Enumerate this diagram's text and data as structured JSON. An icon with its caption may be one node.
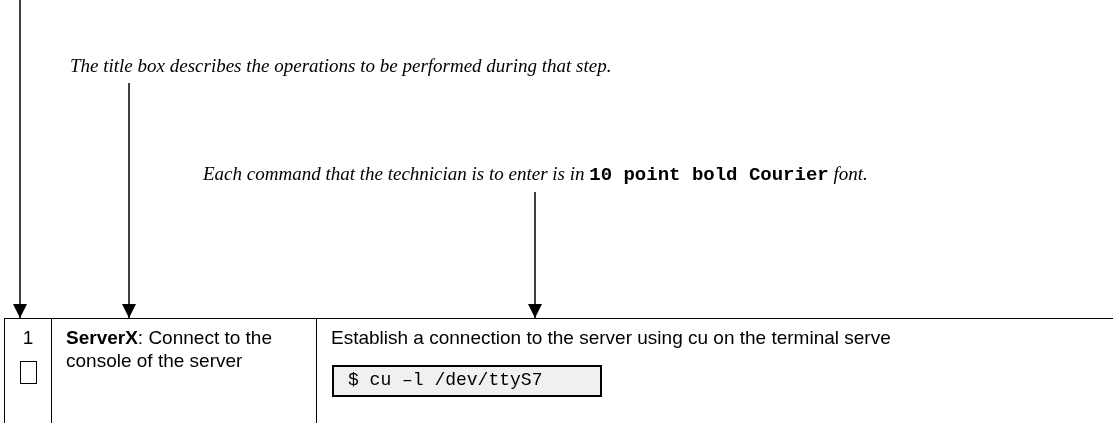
{
  "diagram": {
    "nodes": [
      {
        "text": [
          "The title box describes the operations to be performed during that step."
        ]
      },
      {
        "text": [
          "Each command that the technician is to enter is in **10 point bold Courier** font."
        ]
      },
      {
        "text": [
          "1"
        ]
      },
      {
        "text": [
          "**ServerX**: Connect to the console of the server"
        ]
      },
      {
        "text": [
          "Establish a connection to the server using cu on the terminal serve"
        ]
      },
      {
        "text": [
          "$ cu –l /dev/ttyS7"
        ],
        "in": 4
      }
    ],
    "edges": [
      {
        "from": null,
        "to": 2,
        "arrow": "to"
      },
      {
        "from": 0,
        "to": 3,
        "arrow": "to"
      },
      {
        "from": 1,
        "to": 4,
        "arrow": "to"
      }
    ]
  }
}
